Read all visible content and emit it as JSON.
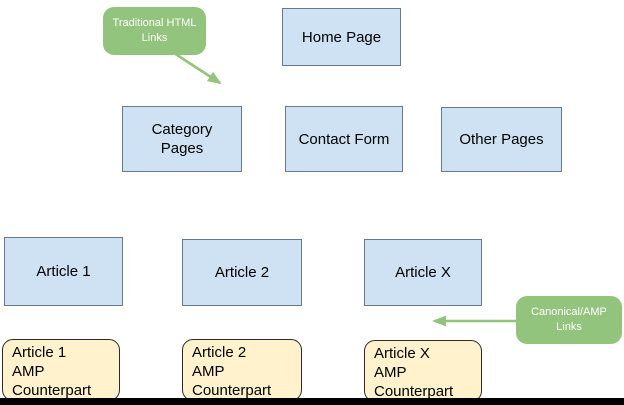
{
  "diagram": {
    "nodes": {
      "home_page": {
        "label": "Home Page"
      },
      "category_pages": {
        "line1": "Category",
        "line2": "Pages"
      },
      "contact_form": {
        "label": "Contact Form"
      },
      "other_pages": {
        "label": "Other Pages"
      },
      "article_1": {
        "label": "Article 1"
      },
      "article_2": {
        "label": "Article 2"
      },
      "article_x": {
        "label": "Article X"
      },
      "article_1_amp": {
        "line1": "Article 1",
        "line2": "AMP",
        "line3": "Counterpart"
      },
      "article_2_amp": {
        "line1": "Article 2",
        "line2": "AMP",
        "line3": "Counterpart"
      },
      "article_x_amp": {
        "line1": "Article X",
        "line2": "AMP",
        "line3": "Counterpart"
      }
    },
    "callouts": {
      "traditional_html_links": {
        "line1": "Traditional HTML",
        "line2": "Links"
      },
      "canonical_amp_links": {
        "line1": "Canonical/AMP",
        "line2": "Links"
      }
    },
    "colors": {
      "page_box_fill": "#cfe2f3",
      "amp_box_fill": "#fff2cc",
      "callout_fill": "#93c47d",
      "arrow": "#93c47d",
      "box_text": "#000000",
      "callout_text": "#ffffff",
      "bottom_edge": "#000000"
    }
  }
}
